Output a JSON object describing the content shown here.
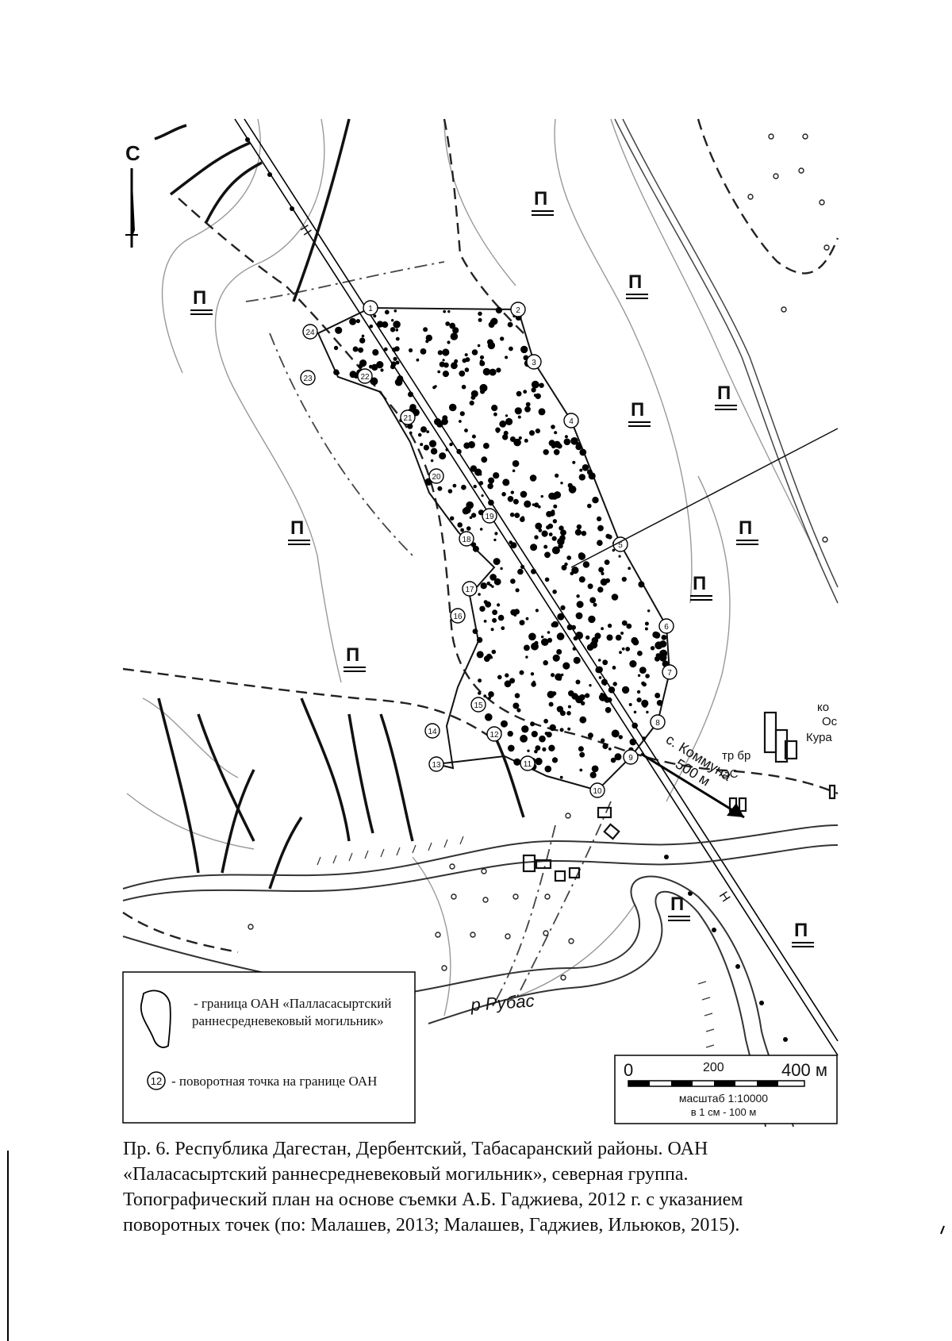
{
  "map": {
    "north_label": "С",
    "land_symbol": "П",
    "powerline_label": "Н",
    "river_label": "р Рубас",
    "direction_arrow": {
      "label_line1": "с. Коммуна",
      "label_line2": "500 м"
    },
    "settlement_fragments": [
      "ко",
      "Ос",
      "Кура",
      "тр бр",
      "ОС"
    ],
    "boundary_points": [
      "1",
      "2",
      "3",
      "4",
      "5",
      "6",
      "7",
      "8",
      "9",
      "10",
      "11",
      "12",
      "13",
      "14",
      "15",
      "16",
      "17",
      "18",
      "19",
      "20",
      "21",
      "22",
      "23",
      "24"
    ]
  },
  "legend": {
    "boundary_text_line1": "- граница ОАН «Палласасыртский",
    "boundary_text_line2": "раннесредневековый могильник»",
    "point_symbol": "12",
    "point_text": "- поворотная точка на границе ОАН"
  },
  "scale_bar": {
    "tick_0": "0",
    "tick_200": "200",
    "tick_400": "400 м",
    "scale_text": "масштаб 1:10000",
    "scale_note": "в 1 см - 100 м"
  },
  "caption": {
    "line1": "Пр. 6. Республика Дагестан, Дербентский, Табасаранский районы. ОАН",
    "line2": "«Паласасыртский раннесредневековый могильник», северная группа.",
    "line3": "Топографический план на основе съемки А.Б. Гаджиева, 2012 г. с указанием",
    "line4": "поворотных точек (по: Малашев, 2013; Малашев, Гаджиев, Ильюков, 2015)."
  }
}
